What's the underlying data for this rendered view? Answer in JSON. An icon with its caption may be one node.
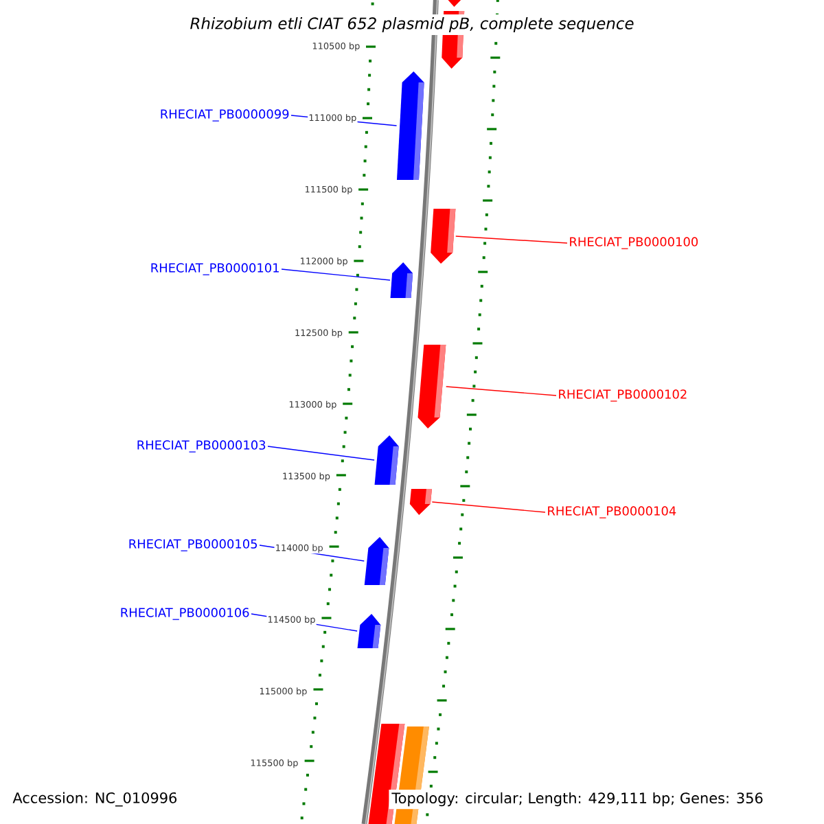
{
  "diagram": {
    "title": "Rhizobium etli CIAT 652 plasmid pB, complete sequence",
    "nodes": [
      {
        "text": [
          "RHECIAT_PB0000099"
        ]
      },
      {
        "text": [
          "RHECIAT_PB0000100"
        ]
      },
      {
        "text": [
          "RHECIAT_PB0000101"
        ]
      },
      {
        "text": [
          "RHECIAT_PB0000102"
        ]
      },
      {
        "text": [
          "RHECIAT_PB0000103"
        ]
      },
      {
        "text": [
          "RHECIAT_PB0000104"
        ]
      },
      {
        "text": [
          "RHECIAT_PB0000105"
        ]
      },
      {
        "text": [
          "RHECIAT_PB0000106"
        ]
      },
      {
        "text": [],
        "shape": "arrow"
      },
      {
        "text": [],
        "shape": "arrow"
      },
      {
        "text": [],
        "shape": "arrow"
      },
      {
        "text": [],
        "shape": "arrow"
      },
      {
        "text": [],
        "shape": "arrow"
      },
      {
        "text": [],
        "shape": "arrow"
      },
      {
        "text": [],
        "shape": "arrow"
      },
      {
        "text": [],
        "shape": "arrow"
      },
      {
        "text": [],
        "shape": "arrow"
      },
      {
        "text": [],
        "shape": "arrow"
      },
      {
        "text": [],
        "shape": "arrow"
      },
      {
        "text": [],
        "shape": "arrow"
      }
    ],
    "edges": [
      {
        "from": 0,
        "to": 10,
        "arrow": "none",
        "color": "#0000ff"
      },
      {
        "from": 1,
        "to": 11,
        "arrow": "none",
        "color": "#ff0000"
      },
      {
        "from": 2,
        "to": 12,
        "arrow": "none",
        "color": "#0000ff"
      },
      {
        "from": 3,
        "to": 13,
        "arrow": "none",
        "color": "#ff0000"
      },
      {
        "from": 4,
        "to": 14,
        "arrow": "none",
        "color": "#0000ff"
      },
      {
        "from": 5,
        "to": 15,
        "arrow": "none",
        "color": "#ff0000"
      },
      {
        "from": 6,
        "to": 16,
        "arrow": "none",
        "color": "#0000ff"
      },
      {
        "from": 7,
        "to": 17,
        "arrow": "none",
        "color": "#0000ff"
      }
    ],
    "labels": [
      "110500 bp",
      "111000 bp",
      "111500 bp",
      "112000 bp",
      "112500 bp",
      "113000 bp",
      "113500 bp",
      "114000 bp",
      "114500 bp",
      "115000 bp",
      "115500 bp",
      "Accession: NC_010996",
      "Topology: circular; Length: 429,111 bp; Genes: 356"
    ]
  }
}
